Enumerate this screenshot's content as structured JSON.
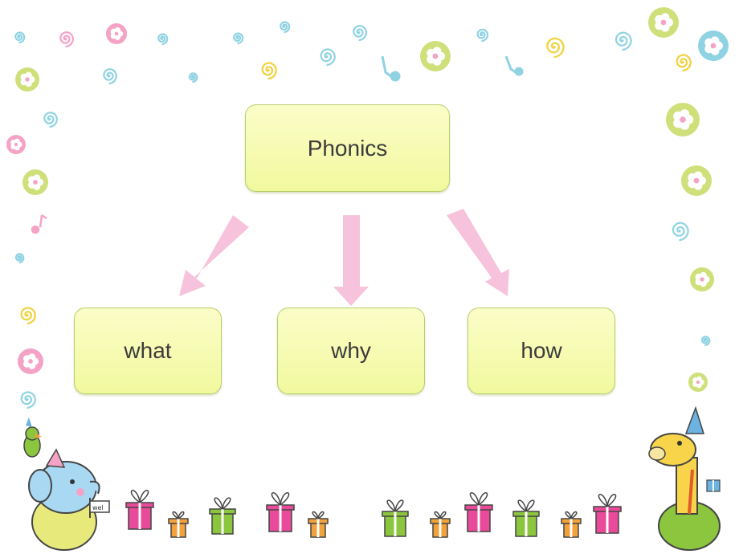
{
  "diagram": {
    "root": {
      "label": "Phonics"
    },
    "children": [
      {
        "label": "what"
      },
      {
        "label": "why"
      },
      {
        "label": "how"
      }
    ]
  },
  "colors": {
    "node_fill_top": "#fbfdc8",
    "node_fill_bottom": "#f1f99e",
    "node_border": "#b9cc6a",
    "arrow": "#f6bcd8",
    "swirl_blue": "#8fd3e3",
    "swirl_pink": "#f4a3c6",
    "swirl_yellow": "#f2d13a",
    "dot_green": "#cfe07a"
  },
  "decor": {
    "banner_flag_text": "wel"
  }
}
